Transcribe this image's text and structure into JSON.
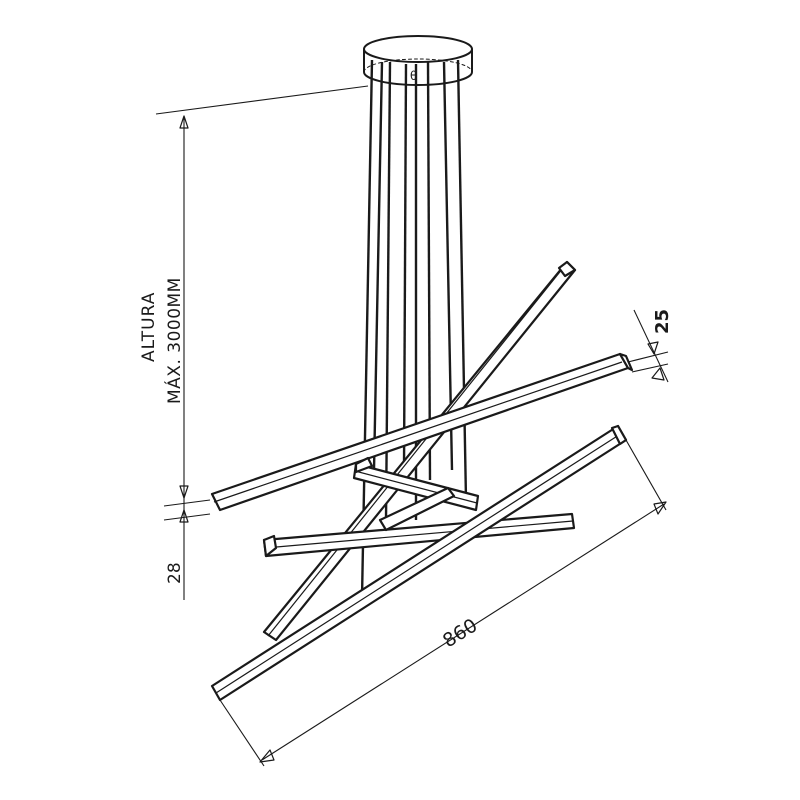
{
  "dimensions": {
    "height_label_line1": "ALTURA",
    "height_label_line2": "MÁX. 3000MM",
    "bar_thickness_label": "28",
    "bar_width_label": "25",
    "bar_length_label": "860"
  },
  "canopy": {
    "screw_symbol": "θ"
  },
  "colors": {
    "line": "#1a1a1a",
    "background": "#ffffff"
  }
}
